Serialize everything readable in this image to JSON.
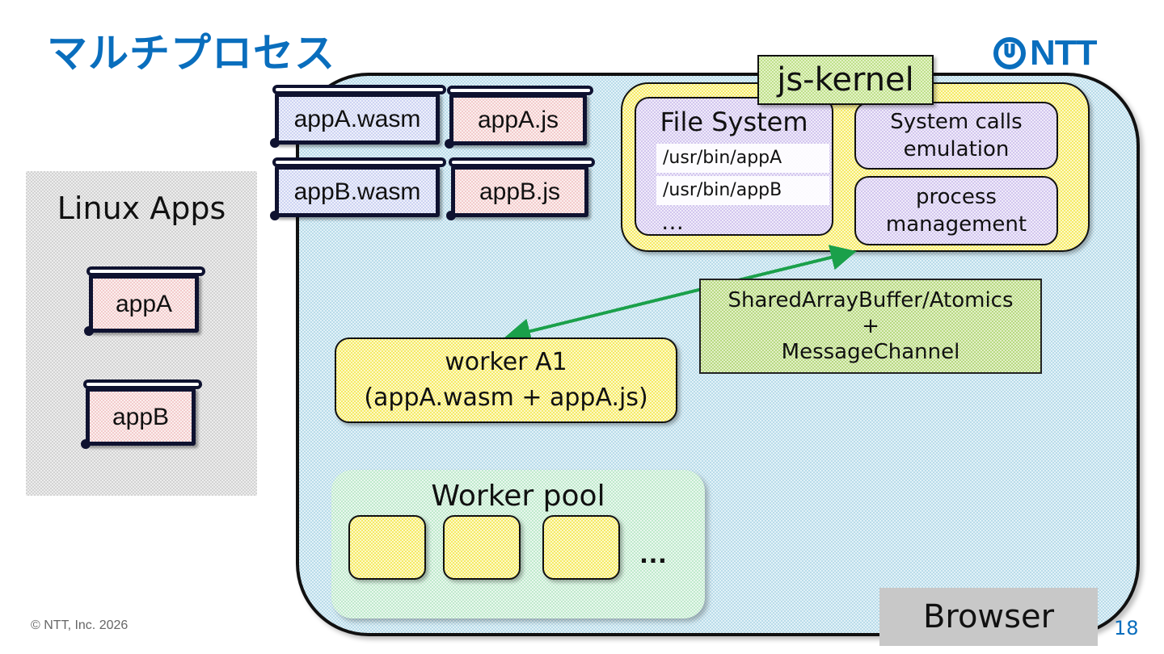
{
  "slide": {
    "title": "マルチプロセス",
    "logo_text": "NTT",
    "footer": "© NTT, Inc.  2026",
    "page_number": "18"
  },
  "linux_apps": {
    "title": "Linux Apps",
    "apps": [
      "appA",
      "appB"
    ]
  },
  "files": {
    "wasm": [
      "appA.wasm",
      "appB.wasm"
    ],
    "js": [
      "appA.js",
      "appB.js"
    ]
  },
  "browser": {
    "label": "Browser"
  },
  "kernel": {
    "label": "js-kernel",
    "file_system": {
      "title": "File System",
      "paths": [
        "/usr/bin/appA",
        "/usr/bin/appB"
      ],
      "more": "…"
    },
    "syscalls": [
      "System calls",
      "emulation"
    ],
    "process": [
      "process",
      "management"
    ]
  },
  "ipc": {
    "lines": [
      "SharedArrayBuffer/Atomics",
      "+",
      "MessageChannel"
    ]
  },
  "worker_a1": {
    "lines": [
      "worker A1",
      "(appA.wasm + appA.js)"
    ]
  },
  "worker_pool": {
    "title": "Worker pool",
    "more": "…"
  },
  "colors": {
    "brand": "#0a6ebd",
    "arrow": "#1aa04a"
  }
}
